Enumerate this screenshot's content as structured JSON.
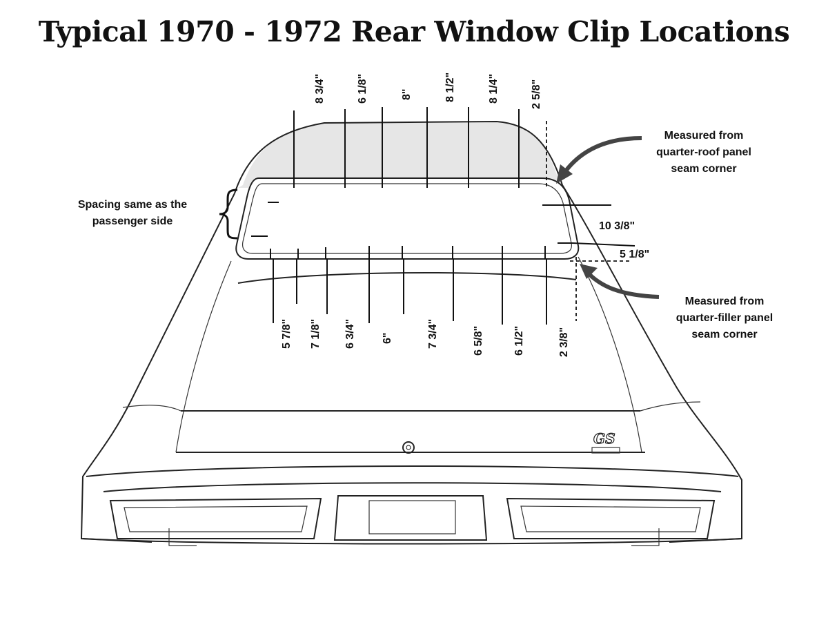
{
  "title": "Typical 1970 - 1972 Rear Window Clip Locations",
  "notes": {
    "top_right": [
      "Measured from",
      "quarter-roof panel",
      "seam corner"
    ],
    "bottom_right": [
      "Measured from",
      "quarter-filler panel",
      "seam corner"
    ],
    "left": [
      "Spacing same as the",
      "passenger side"
    ]
  },
  "top_measurements": [
    "8 3/4\"",
    "6 1/8\"",
    "8\"",
    "8 1/2\"",
    "8 1/4\"",
    "2 5/8\""
  ],
  "side_measurements": [
    "10 3/8\"",
    "5 1/8\""
  ],
  "bottom_measurements": [
    "5 7/8\"",
    "7 1/8\"",
    "6 3/4\"",
    "6\"",
    "7 3/4\"",
    "6 5/8\"",
    "6 1/2\"",
    "2 3/8\""
  ],
  "badge": "GS"
}
